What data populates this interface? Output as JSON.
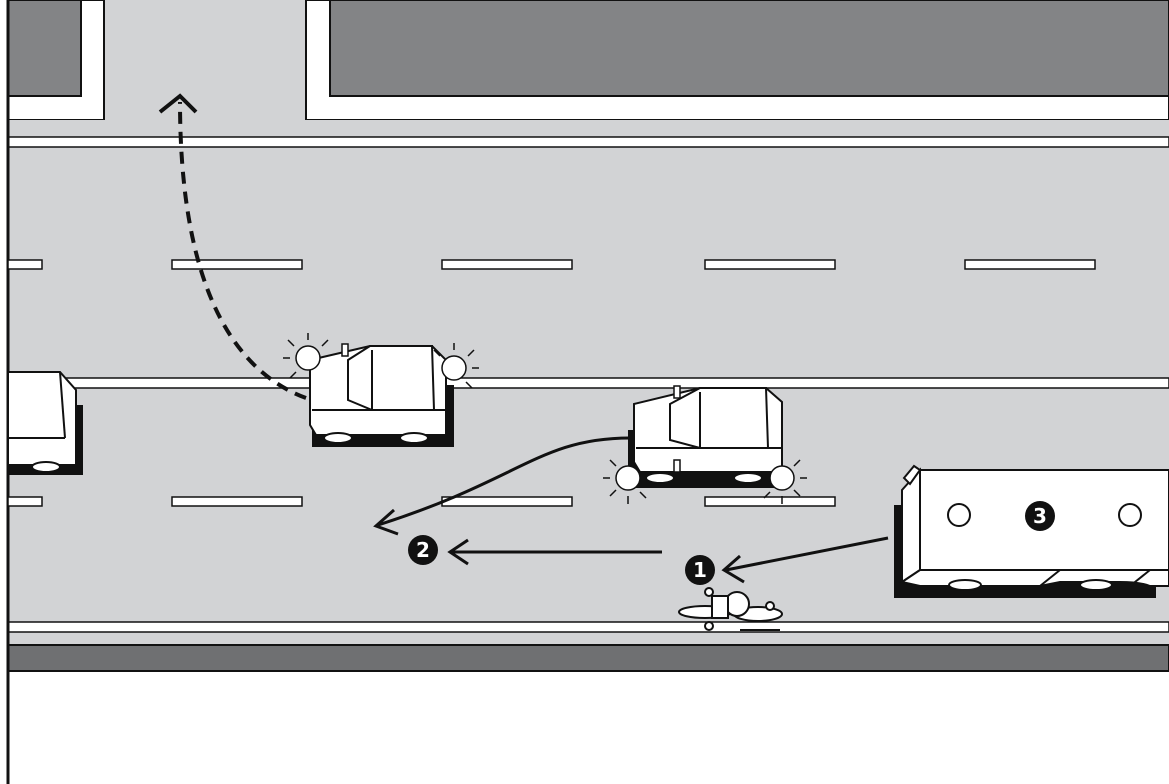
{
  "diagram": {
    "kind": "traffic-accident-sketch",
    "colors": {
      "road": "#d2d3d5",
      "block": "#838486",
      "curb": "#6f7072",
      "marking": "#ffffff",
      "outline": "#111111",
      "vehicle": "#ffffff"
    },
    "markers": [
      {
        "id": "marker-1",
        "label": "1",
        "fill": "#111111",
        "text_color": "#ffffff"
      },
      {
        "id": "marker-2",
        "label": "2",
        "fill": "#111111",
        "text_color": "#ffffff"
      },
      {
        "id": "marker-3",
        "label": "3",
        "fill": "#111111",
        "text_color": "#ffffff"
      }
    ],
    "icons": [
      "car-icon",
      "hazard-light-icon",
      "truck-icon",
      "bicycle-icon",
      "arrow-icon",
      "dashed-arrow-icon"
    ]
  }
}
